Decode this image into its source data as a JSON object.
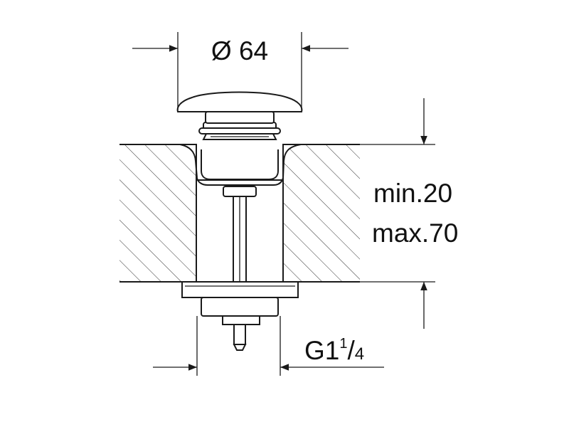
{
  "drawing": {
    "dimension_diameter": "Ø 64",
    "dimension_thickness_min": "min.20",
    "dimension_thickness_max": "max.70",
    "thread": {
      "base": "G1",
      "numerator": "1",
      "slash": "/",
      "denominator": "4"
    }
  },
  "colors": {
    "line": "#1a1a1a",
    "background": "#ffffff"
  }
}
